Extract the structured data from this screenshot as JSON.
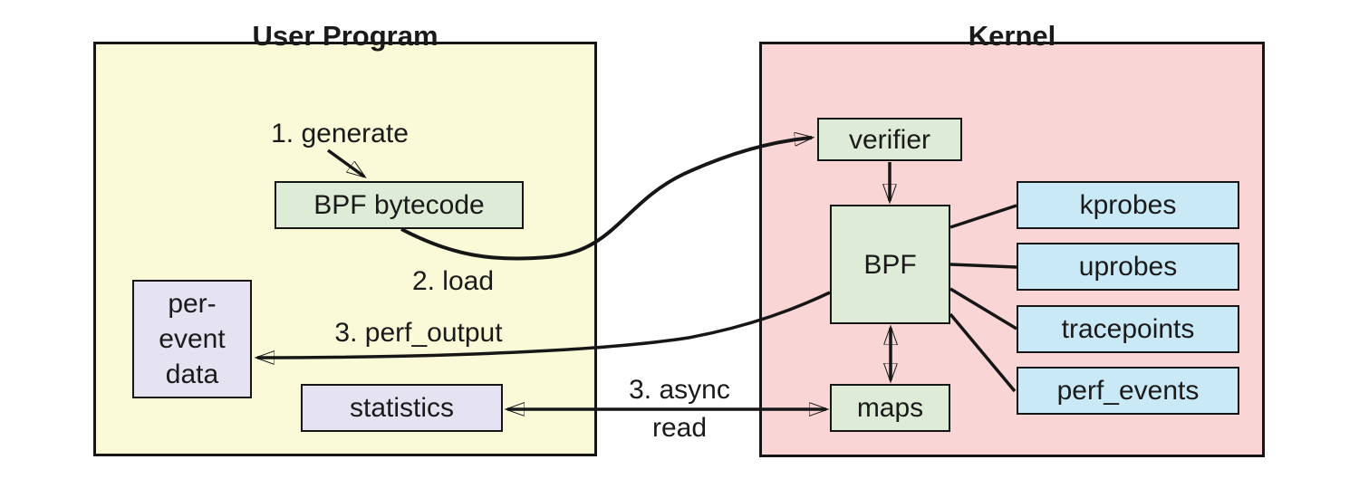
{
  "user_program": {
    "title": "User Program",
    "bpf_bytecode": "BPF bytecode",
    "per_event_data": "per-\nevent\ndata",
    "statistics": "statistics"
  },
  "kernel": {
    "title": "Kernel",
    "verifier": "verifier",
    "bpf": "BPF",
    "maps": "maps",
    "probes": [
      "kprobes",
      "uprobes",
      "tracepoints",
      "perf_events"
    ]
  },
  "annotations": {
    "step1": "1. generate",
    "step2": "2. load",
    "step3_perf": "3. perf_output",
    "step3_async": "3. async",
    "step3_async_read": "read"
  },
  "colors": {
    "user_program_bg": "#faf9d8",
    "kernel_bg": "#f9d5d6",
    "process_node_bg": "#deebd6",
    "probe_node_bg": "#c9e9f6",
    "data_node_bg": "#e5e3f2",
    "line": "#161616"
  }
}
